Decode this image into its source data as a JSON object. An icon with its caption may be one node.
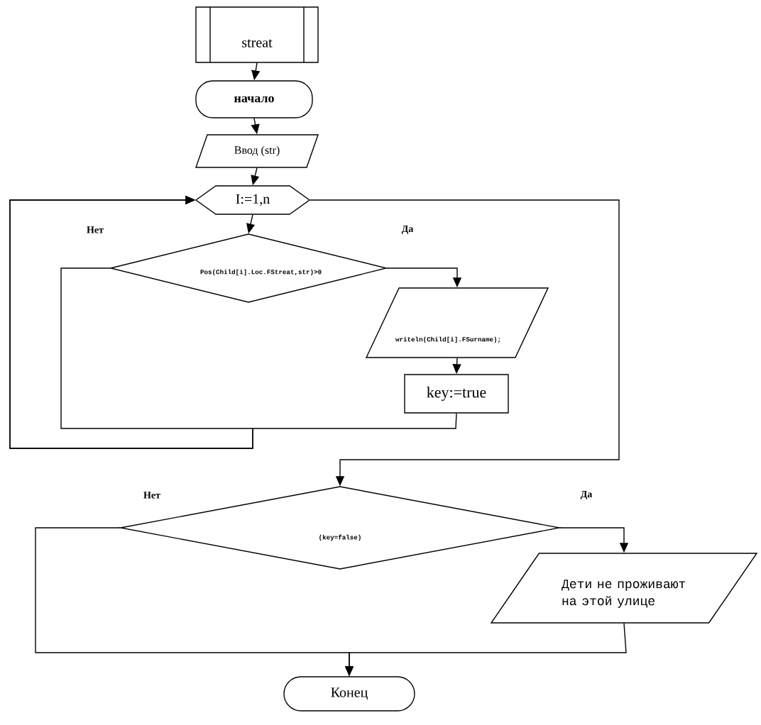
{
  "diagram": {
    "nodes": [
      {
        "text": [
          "streat"
        ]
      },
      {
        "text": [
          "начало"
        ]
      },
      {
        "text": [
          "Ввод (str)"
        ]
      },
      {
        "text": [
          "I:=1,n"
        ]
      },
      {
        "text": [
          "Pos(Child[i].Loc.FStreat,str)>0"
        ]
      },
      {
        "text": [
          "writeln(Child[i].FSurname);"
        ]
      },
      {
        "text": [
          "key:=true"
        ]
      },
      {
        "text": [
          "(key=false)"
        ]
      },
      {
        "text": [
          "Дети не проживают на этой улице"
        ]
      },
      {
        "text": [
          "Конец"
        ]
      }
    ],
    "edges": [
      {
        "from": 0,
        "to": 1,
        "arrow": "to"
      },
      {
        "from": 1,
        "to": 2,
        "arrow": "to"
      },
      {
        "from": 2,
        "to": 3,
        "arrow": "to"
      },
      {
        "from": 3,
        "to": 4,
        "arrow": "to"
      },
      {
        "from": 4,
        "to": 5,
        "arrow": "to",
        "label": "Да"
      },
      {
        "from": 5,
        "to": 6,
        "arrow": "to"
      },
      {
        "from": 4,
        "to": 3,
        "arrow": "to",
        "label": "Нет"
      },
      {
        "from": 6,
        "to": 3,
        "arrow": "to"
      },
      {
        "from": 3,
        "to": 7,
        "arrow": "to"
      },
      {
        "from": 7,
        "to": 8,
        "arrow": "to",
        "label": "Да"
      },
      {
        "from": 7,
        "to": 9,
        "arrow": "to",
        "label": "Нет"
      },
      {
        "from": 8,
        "to": 9,
        "arrow": "to"
      }
    ]
  }
}
